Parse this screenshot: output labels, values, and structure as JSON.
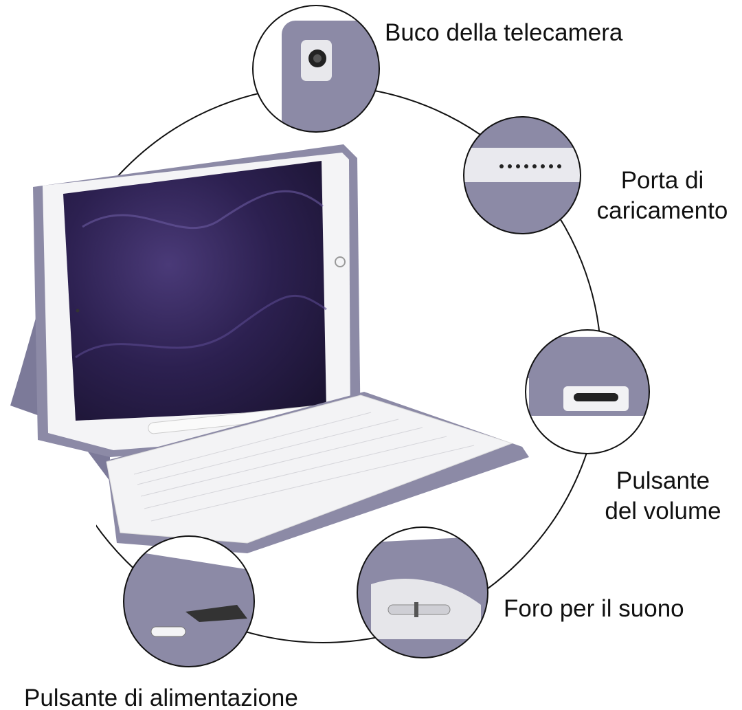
{
  "labels": {
    "camera": "Buco della telecamera",
    "charging_line1": "Porta di",
    "charging_line2": "caricamento",
    "volume_line1": "Pulsante",
    "volume_line2": "del volume",
    "speaker": "Foro per il suono",
    "power": "Pulsante di alimentazione"
  },
  "colors": {
    "case": "#8c8aa6",
    "case_dark": "#6f6d8c",
    "screen": "#2a1f45",
    "bezel": "#f4f4f6",
    "keyboard": "#f3f3f5",
    "outline": "#111111"
  }
}
